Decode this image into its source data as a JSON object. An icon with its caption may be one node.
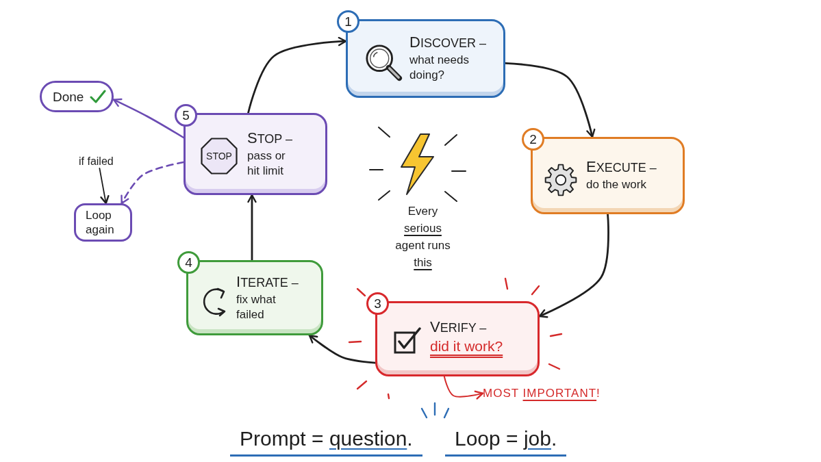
{
  "diagram": {
    "nodes": [
      {
        "text": [
          "1",
          "DISCOVER –",
          "what needs doing?"
        ]
      },
      {
        "text": [
          "2",
          "EXECUTE –",
          "do the work"
        ]
      },
      {
        "text": [
          "3",
          "VERIFY –",
          "did it work?"
        ]
      },
      {
        "text": [
          "MOST IMPORTANT!"
        ]
      },
      {
        "text": [
          "4",
          "ITERATE –",
          "fix what failed"
        ]
      },
      {
        "text": [
          "5",
          "STOP –",
          "pass or hit limit"
        ]
      },
      {
        "text": [
          "STOP"
        ],
        "in": 5
      },
      {
        "text": [
          "Done"
        ]
      },
      {
        "text": [
          "Loop again"
        ]
      },
      {
        "text": [
          "if failed"
        ]
      }
    ],
    "edges": [
      {
        "from": 0,
        "to": 1,
        "arrow": "to"
      },
      {
        "from": 1,
        "to": 2,
        "arrow": "to"
      },
      {
        "from": 2,
        "to": 4,
        "arrow": "to"
      },
      {
        "from": 4,
        "to": 5,
        "arrow": "to"
      },
      {
        "from": 5,
        "to": 0,
        "arrow": "to"
      },
      {
        "from": 5,
        "to": 7,
        "arrow": "to",
        "color": "#6b4bb3"
      },
      {
        "from": 5,
        "to": 8,
        "arrow": "to",
        "style": "dashed",
        "color": "#6b4bb3"
      },
      {
        "from": 9,
        "to": 8,
        "arrow": "to"
      },
      {
        "from": 2,
        "to": 3,
        "arrow": "to",
        "color": "#d42a2a"
      }
    ],
    "labels": [
      "Every serious agent runs this",
      "Prompt = question.",
      "Loop = job."
    ]
  }
}
